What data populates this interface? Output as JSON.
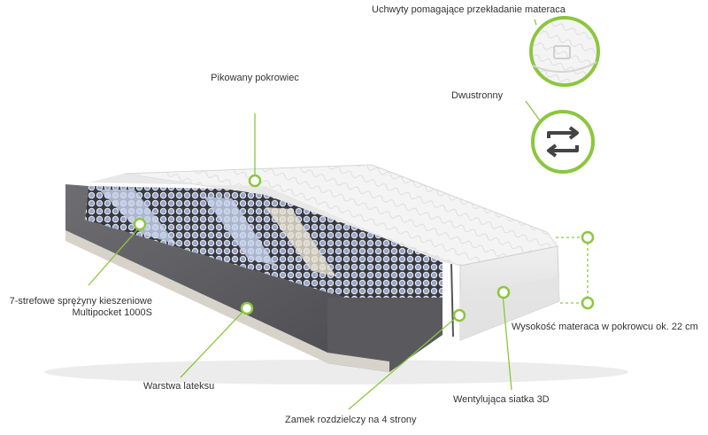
{
  "accent_color": "#8cc63f",
  "labels": {
    "handles": "Uchwyty pomagające przekładanie materaca",
    "quilted_cover": "Pikowany pokrowiec",
    "two_sided": "Dwustronny",
    "springs_line1": "7-strefowe sprężyny kieszeniowe",
    "springs_line2": "Multipocket 1000S",
    "height": "Wysokość materaca w pokrowcu ok. 22 cm",
    "latex_layer": "Warstwa lateksu",
    "zipper": "Zamek rozdzielczy na 4 strony",
    "mesh_3d": "Wentylująca siatka 3D"
  },
  "icons": {
    "handle_detail": "handle-detail-icon",
    "two_sided": "flip-arrows-icon"
  }
}
